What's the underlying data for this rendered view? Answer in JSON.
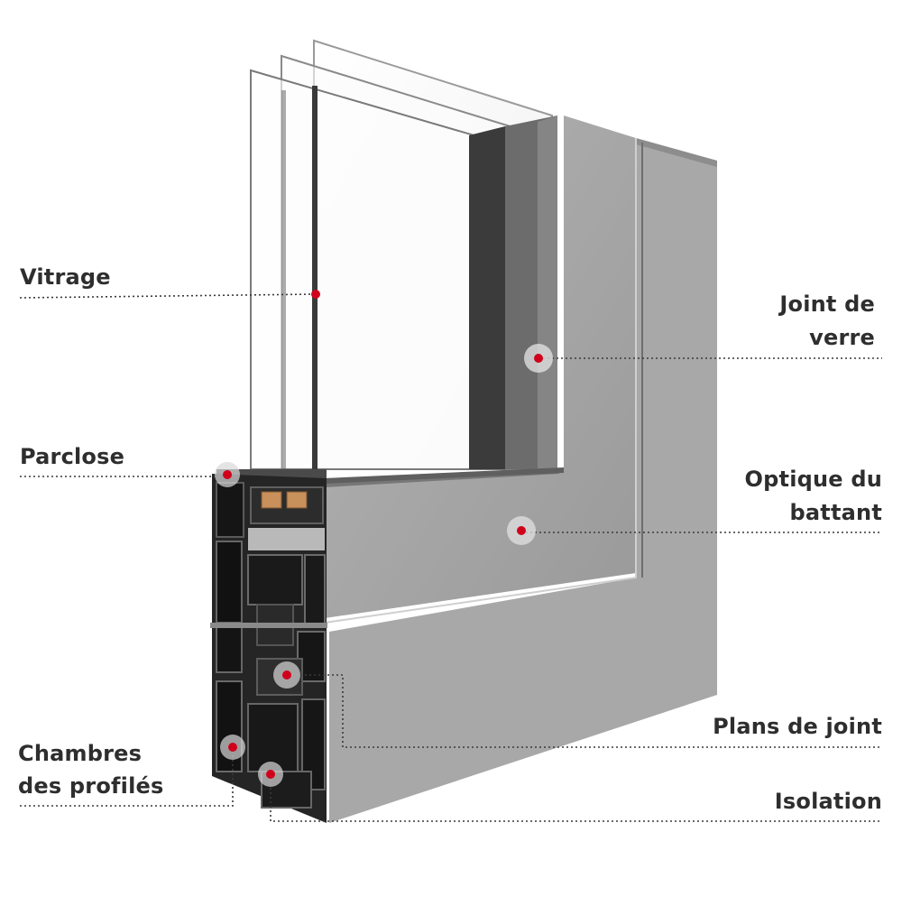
{
  "labels": {
    "vitrage": "Vitrage",
    "joint_de_verre": [
      "Joint de",
      "verre"
    ],
    "parclose": "Parclose",
    "optique_du_battant": [
      "Optique du",
      "battant"
    ],
    "plans_de_joint": "Plans de joint",
    "chambres_des_profiles": [
      "Chambres",
      "des profilés"
    ],
    "isolation": "Isolation"
  },
  "colors": {
    "text": "#2e2e2e",
    "marker": "#d0021b",
    "leader": "#3a3a3a",
    "frame_face": "#a3a3a3",
    "frame_side": "#7c7c7c",
    "profile_dark": "#1f1f1f",
    "insulation": "#c8905a"
  }
}
